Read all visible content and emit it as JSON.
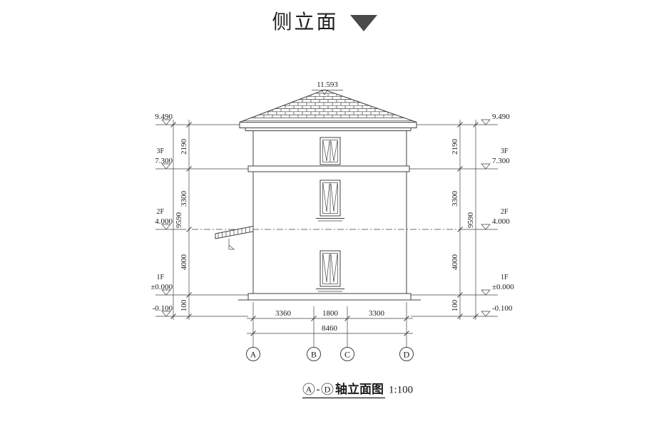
{
  "page": {
    "title": "侧立面"
  },
  "drawing": {
    "peak_label": "11.593",
    "levels": [
      {
        "floor": "",
        "value": "9.490"
      },
      {
        "floor": "3F",
        "value": "7.300"
      },
      {
        "floor": "2F",
        "value": "4.000"
      },
      {
        "floor": "1F",
        "value": "±0.000"
      },
      {
        "floor": "",
        "value": "-0.100"
      }
    ],
    "vertical_dims": [
      "2190",
      "3300",
      "4000",
      "100"
    ],
    "vertical_total": "9590",
    "horizontal_dims": [
      "3360",
      "1800",
      "3300"
    ],
    "horizontal_total": "8460",
    "axes": [
      "A",
      "B",
      "C",
      "D"
    ],
    "caption": {
      "axis_start": "A",
      "separator": "-",
      "axis_end": "D",
      "text": "轴立面图",
      "scale": "1:100"
    }
  },
  "icons": {
    "title_marker": "down-triangle"
  },
  "colors": {
    "line": "#404040",
    "triangle": "#4a4a4a",
    "background": "#ffffff"
  }
}
